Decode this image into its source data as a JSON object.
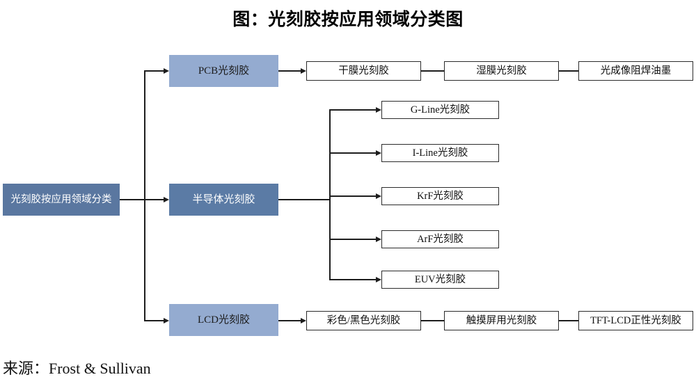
{
  "title": "图：光刻胶按应用领域分类图",
  "source": "来源：Frost & Sullivan",
  "colors": {
    "root_fill": "#5a77a0",
    "category_light_fill": "#94abd0",
    "category_dark_fill": "#5b7ba5",
    "leaf_fill": "#ffffff",
    "line": "#1d1d1d",
    "text_dark": "#111111",
    "text_light": "#ffffff"
  },
  "root": {
    "label": "光刻胶按应用领域分类"
  },
  "categories": [
    {
      "id": "pcb",
      "label": "PCB光刻胶",
      "style": "light",
      "children": [
        {
          "label": "干膜光刻胶"
        },
        {
          "label": "湿膜光刻胶"
        },
        {
          "label": "光成像阻焊油墨"
        }
      ]
    },
    {
      "id": "semiconductor",
      "label": "半导体光刻胶",
      "style": "dark",
      "children": [
        {
          "label": "G-Line光刻胶"
        },
        {
          "label": "I-Line光刻胶"
        },
        {
          "label": "KrF光刻胶"
        },
        {
          "label": "ArF光刻胶"
        },
        {
          "label": "EUV光刻胶"
        }
      ]
    },
    {
      "id": "lcd",
      "label": "LCD光刻胶",
      "style": "light",
      "children": [
        {
          "label": "彩色/黑色光刻胶"
        },
        {
          "label": "触摸屏用光刻胶"
        },
        {
          "label": "TFT-LCD正性光刻胶"
        }
      ]
    }
  ]
}
